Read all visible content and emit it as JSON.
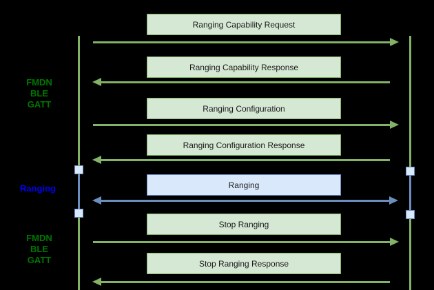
{
  "colors": {
    "background": "#000000",
    "green_line": "#82b366",
    "green_fill": "#d5e8d4",
    "blue_line": "#6c8ebf",
    "blue_fill": "#dae8fc",
    "label_green": "#007700",
    "label_blue": "#0000ee",
    "message_text": "#1a1a1a"
  },
  "phase_labels": [
    {
      "lines": [
        "FMDN",
        "BLE",
        "GATT"
      ],
      "color_role": "green"
    },
    {
      "lines": [
        "Ranging"
      ],
      "color_role": "blue"
    },
    {
      "lines": [
        "FMDN",
        "BLE",
        "GATT"
      ],
      "color_role": "green"
    }
  ],
  "messages": [
    {
      "label": "Ranging Capability Request",
      "direction": "left-to-right",
      "style": "green"
    },
    {
      "label": "Ranging Capability Response",
      "direction": "right-to-left",
      "style": "green"
    },
    {
      "label": "Ranging Configuration",
      "direction": "left-to-right",
      "style": "green"
    },
    {
      "label": "Ranging Configuration Response",
      "direction": "right-to-left",
      "style": "green"
    },
    {
      "label": "Ranging",
      "direction": "bidirectional",
      "style": "blue"
    },
    {
      "label": "Stop Ranging",
      "direction": "left-to-right",
      "style": "green"
    },
    {
      "label": "Stop Ranging Response",
      "direction": "right-to-left",
      "style": "green"
    }
  ]
}
